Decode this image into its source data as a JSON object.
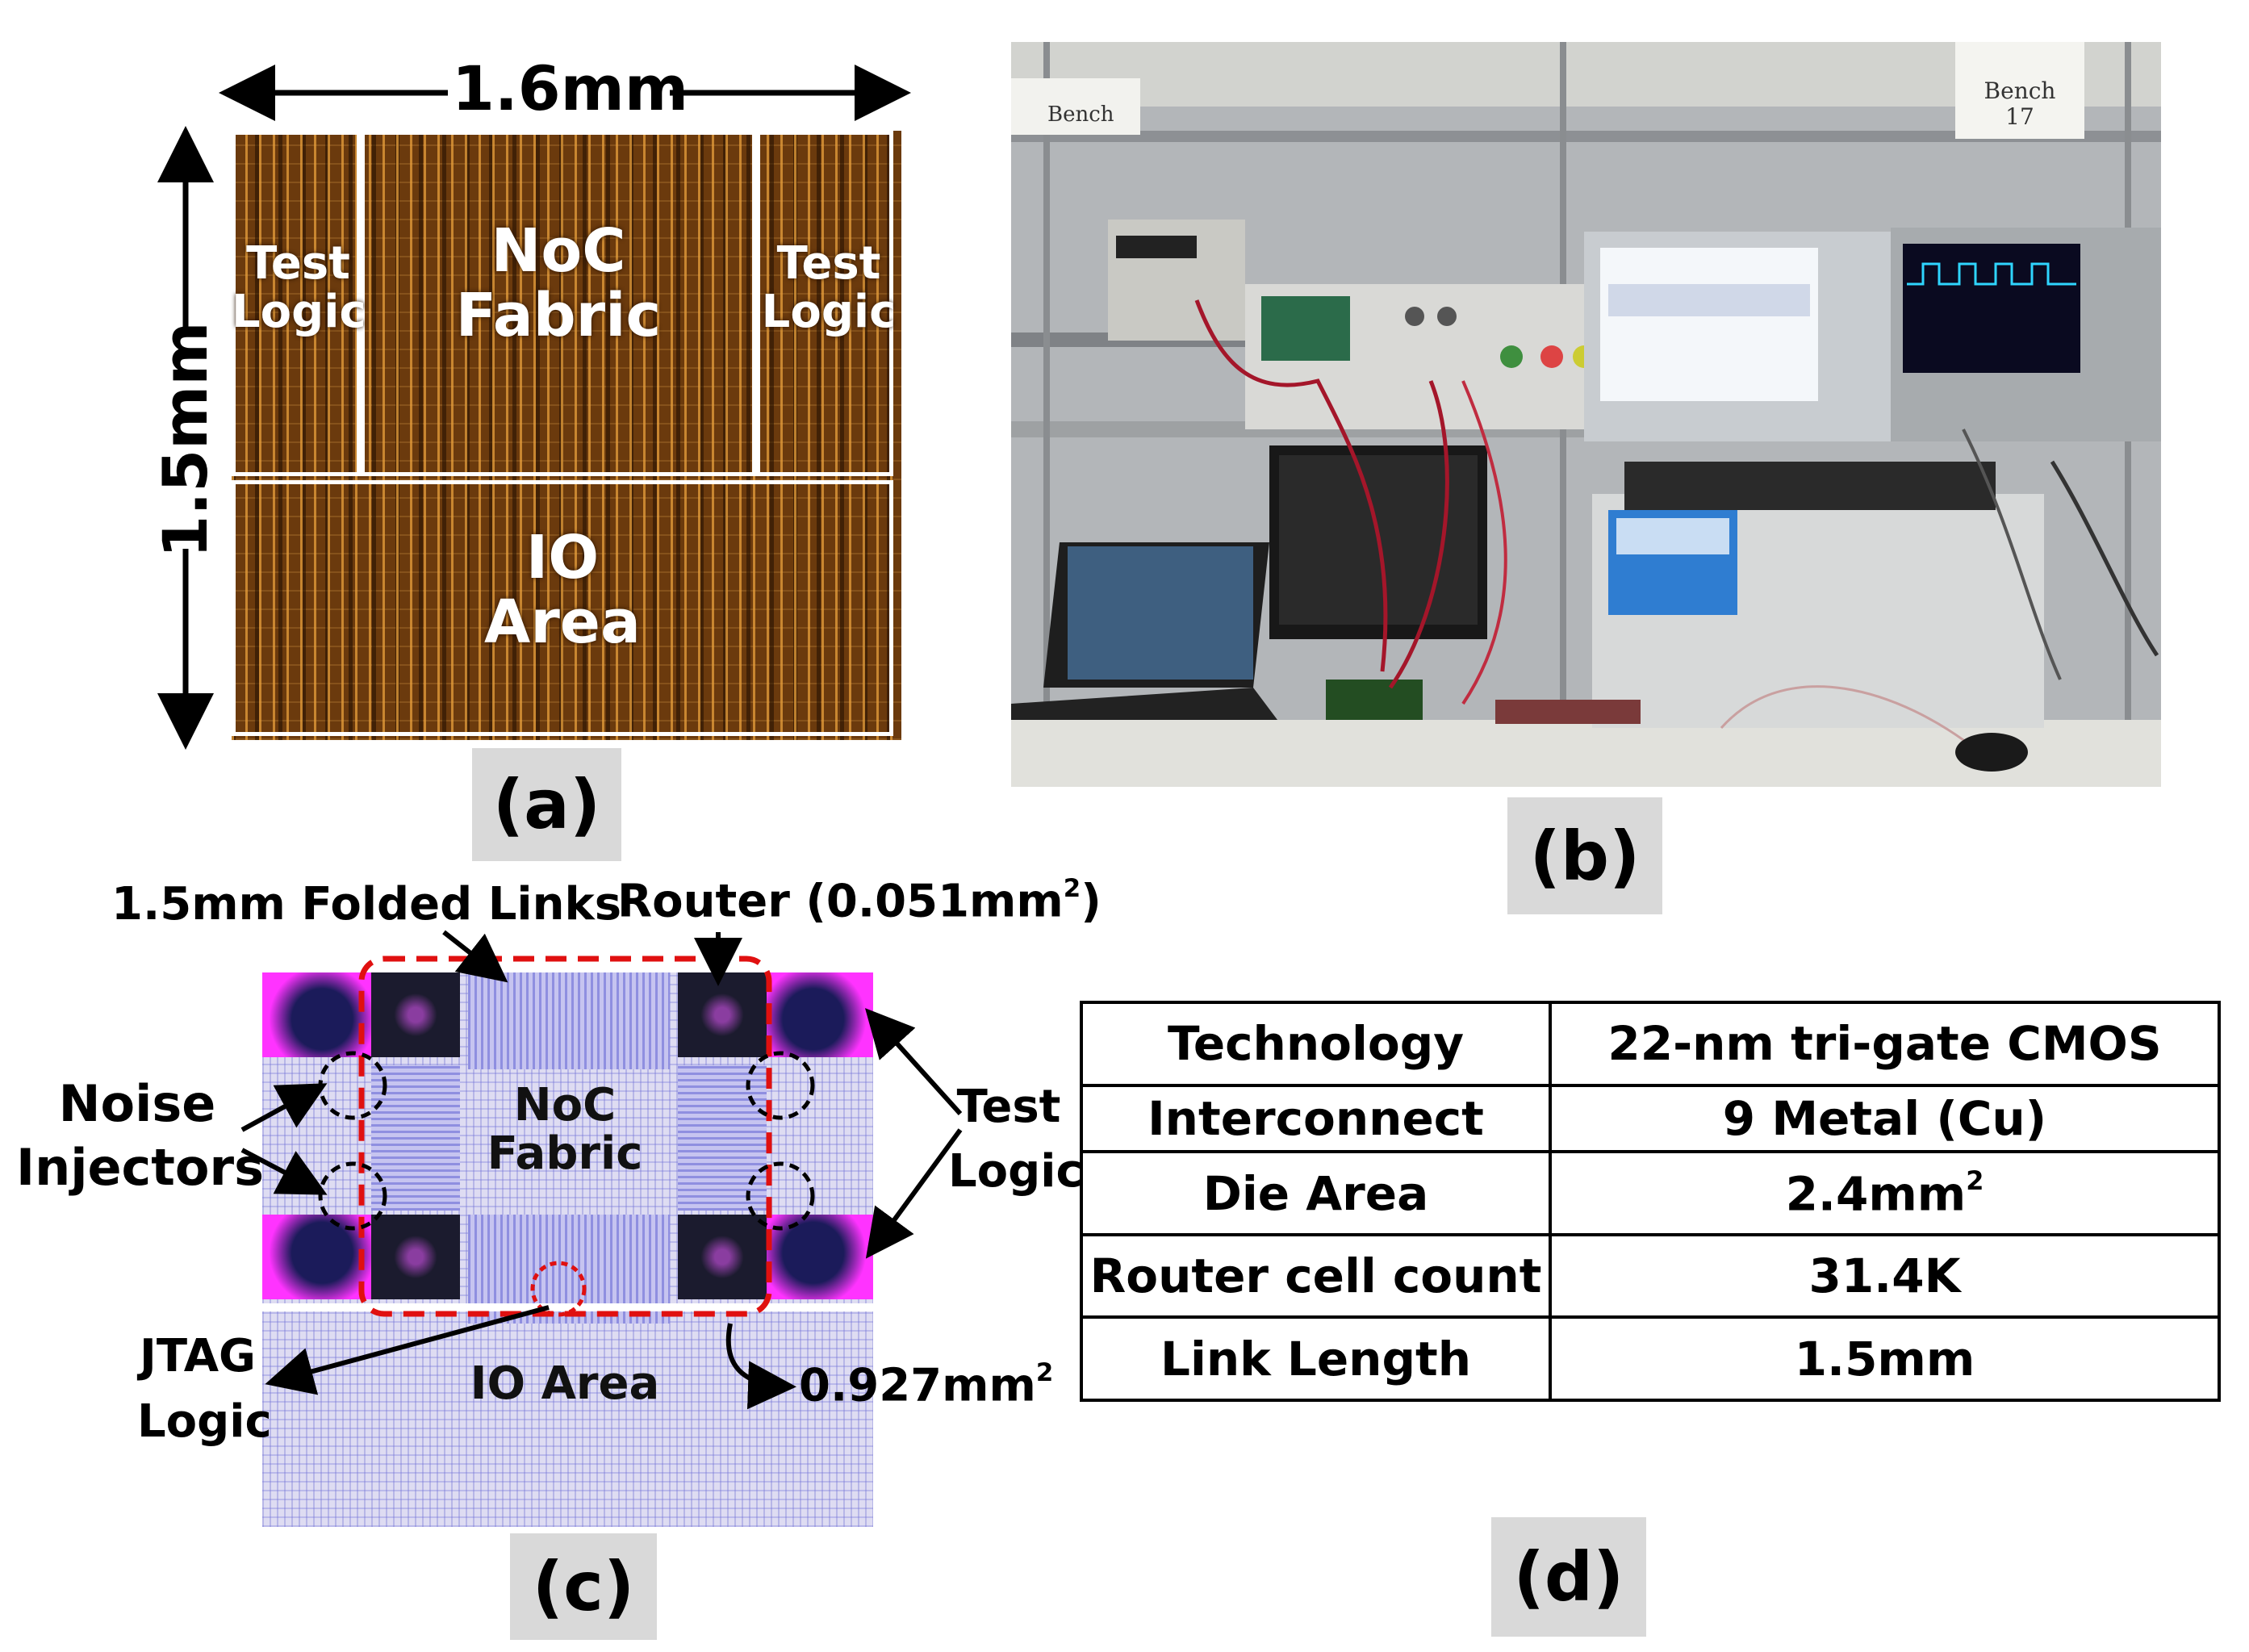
{
  "panel_a": {
    "width_label": "1.6mm",
    "height_label": "1.5mm",
    "blocks": {
      "test_logic_left": "Test Logic",
      "noc_fabric": "NoC Fabric",
      "test_logic_right": "Test Logic",
      "io_area": "IO Area"
    },
    "caption": "(a)"
  },
  "panel_b": {
    "bench_sign_left": "Bench",
    "bench_sign_right": "Bench 17",
    "caption": "(b)"
  },
  "panel_c": {
    "callouts": {
      "folded_links": "1.5mm Folded Links",
      "router": "Router (0.051mm",
      "router_sup": "2",
      "router_close": ")",
      "noise_injectors": "Noise Injectors",
      "test_logic": "Test Logic",
      "jtag_logic": "JTAG Logic",
      "area_value": "0.927mm",
      "area_sup": "2"
    },
    "blocks": {
      "noc_fabric": "NoC Fabric",
      "io_area": "IO Area"
    },
    "caption": "(c)"
  },
  "panel_d": {
    "rows": [
      {
        "label": "Technology",
        "value": "22-nm tri-gate CMOS"
      },
      {
        "label": "Interconnect",
        "value": "9 Metal (Cu)"
      },
      {
        "label": "Die Area",
        "value": "2.4mm",
        "value_sup": "2"
      },
      {
        "label": "Router cell count",
        "value": "31.4K"
      },
      {
        "label": "Link Length",
        "value": "1.5mm"
      }
    ],
    "caption": "(d)"
  },
  "colors": {
    "die_brown": "#6b3a0d",
    "layout_lavender": "#dedcf2",
    "router_dark": "#1b1b2e",
    "magenta": "#ff33ff",
    "dashed_red": "#e01010",
    "caption_bg": "#d9d9d9"
  }
}
